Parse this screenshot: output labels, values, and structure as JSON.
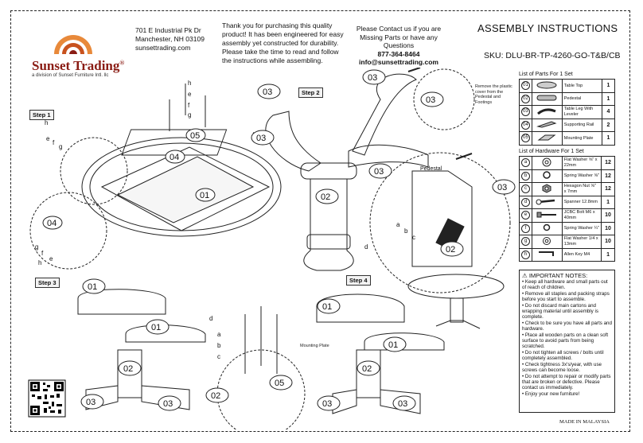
{
  "company": {
    "name": "Sunset Trading",
    "registered_mark": "®",
    "tagline": "a division of Sunset Furniture Intl. llc",
    "address_line1": "701 E Industrial Pk Dr",
    "address_line2": "Manchester, NH 03109",
    "website": "sunsettrading.com"
  },
  "thanks": {
    "line1": "Thank you for purchasing this quality",
    "line2": "product! It has been engineered for easy",
    "line3": "assembly yet constructed for durability.",
    "line4": "Please take the time to read and follow",
    "line5": "the instructions while assembling."
  },
  "contact": {
    "line1": "Please Contact us if you are",
    "line2": "Missing Parts or have any Questions",
    "phone": "877-364-8464",
    "email": "info@sunsettrading.com"
  },
  "header": {
    "title": "ASSEMBLY INSTRUCTIONS",
    "sku": "SKU: DLU-BR-TP-4260-GO-T&B/CB"
  },
  "steps": {
    "step1": "Step 1",
    "step2": "Step 2",
    "step3": "Step 3",
    "step4": "Step 4"
  },
  "callouts": {
    "remove_cover": "Remove the plastic cover from the Pedestal and Footings",
    "pedestal": "Pedestal",
    "mounting_plate": "Mounting Plate"
  },
  "parts_list": {
    "caption": "List of Parts For 1 Set",
    "rows": [
      {
        "num": "01",
        "desc": "Table Top",
        "qty": "1"
      },
      {
        "num": "02",
        "desc": "Pedestal",
        "qty": "1"
      },
      {
        "num": "03",
        "desc": "Table Leg With Leveler",
        "qty": "4"
      },
      {
        "num": "04",
        "desc": "Supporting Rail",
        "qty": "2"
      },
      {
        "num": "05",
        "desc": "Mounting Plate",
        "qty": "1"
      }
    ]
  },
  "hardware_list": {
    "caption": "List of Hardware For 1 Set",
    "rows": [
      {
        "num": "a",
        "desc": "Flat Washer ⅝\" x 22mm",
        "qty": "12"
      },
      {
        "num": "b",
        "desc": "Spring Washer ⅝\"",
        "qty": "12"
      },
      {
        "num": "c",
        "desc": "Hexagon Nut ⅝\" x 7mm",
        "qty": "12"
      },
      {
        "num": "d",
        "desc": "Spanner 12.8mm",
        "qty": "1"
      },
      {
        "num": "e",
        "desc": "JCBC Bolt M6 x 40mm",
        "qty": "10"
      },
      {
        "num": "f",
        "desc": "Spring Washer ¼\"",
        "qty": "10"
      },
      {
        "num": "g",
        "desc": "Flat Washer 1/4 x 13mm",
        "qty": "10"
      },
      {
        "num": "h",
        "desc": "Allen Key M4",
        "qty": "1"
      }
    ]
  },
  "notes": {
    "title": "IMPORTANT NOTES:",
    "items": [
      "• Keep all hardware and small parts out of reach of children.",
      "• Remove all staples and packing straps before you start to assemble.",
      "• Do not discard main cartons and wrapping material until assembly is complete.",
      "• Check to be sure you have all parts and hardware.",
      "• Place all wooden parts on a clean soft surface to avoid parts from being scratched.",
      "• Do not tighten all screws / bolts until completely assembled.",
      "• Check tightness 3x's/year, with use screws can become loose.",
      "• Do not attempt to repair or modify parts that are broken or defective. Please contact us immediately.",
      "• Enjoy your new furniture!"
    ]
  },
  "footer": {
    "made_in": "MADE IN MALAYSIA"
  },
  "diagram_labels": {
    "l01": "01",
    "l02": "02",
    "l03": "03",
    "l04": "04",
    "l05": "05",
    "la": "a",
    "lb": "b",
    "lc": "c",
    "ld": "d",
    "le": "e",
    "lf": "f",
    "lg": "g",
    "lh": "h"
  },
  "colors": {
    "brand_red": "#8a1c14",
    "brand_orange": "#e08a3a"
  }
}
